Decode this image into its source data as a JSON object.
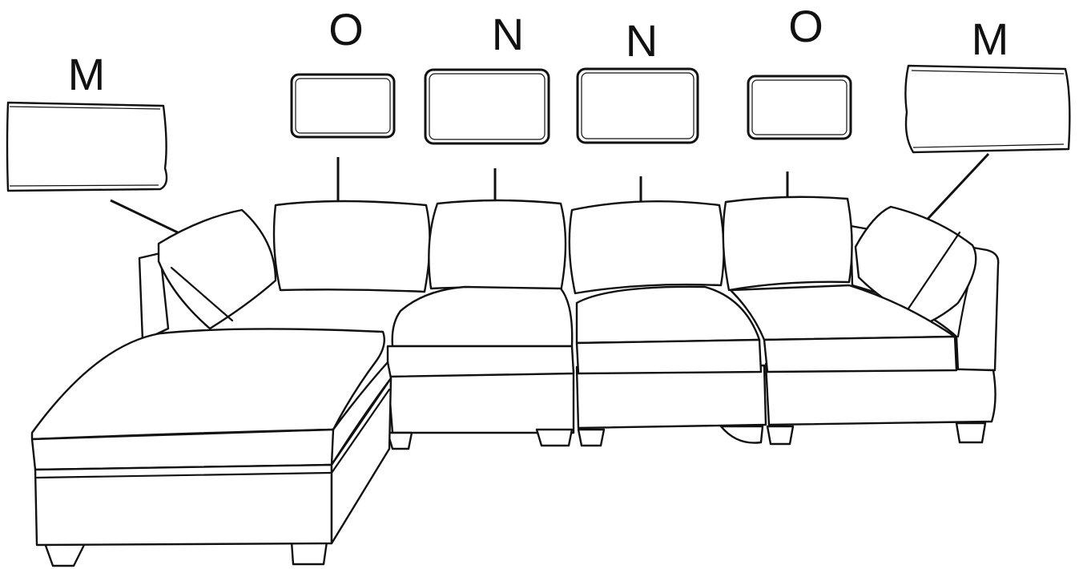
{
  "labels": {
    "left_end": "M",
    "pos1": "O",
    "pos2": "N",
    "pos3": "N",
    "pos4": "O",
    "right_end": "M"
  }
}
